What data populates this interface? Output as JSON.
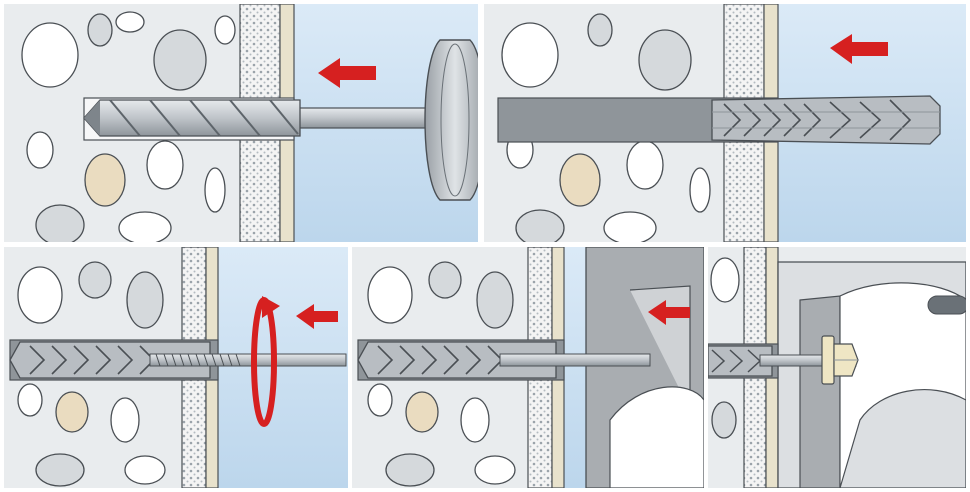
{
  "figure": {
    "panel_count": 5,
    "steps": [
      {
        "step": 1,
        "action": "drill-hole",
        "tool": "drill-bit",
        "direction": "into-wall"
      },
      {
        "step": 2,
        "action": "insert-plug",
        "tool": "wall-plug",
        "direction": "into-wall"
      },
      {
        "step": 3,
        "action": "screw-in-threaded-rod",
        "tool": "threaded-rod",
        "direction": "rotate-and-push"
      },
      {
        "step": 4,
        "action": "place-fixture",
        "tool": "bracket",
        "direction": "into-wall"
      },
      {
        "step": 5,
        "action": "tighten-nut",
        "tool": "nut-and-washer",
        "direction": "none"
      }
    ]
  },
  "colors": {
    "wall_stone_bg": "#e9ecee",
    "stone_fill": "#ffffff",
    "stone_shade": "#d5d9dc",
    "stone_accent": "#eadcc0",
    "plaster": "#e8e2cc",
    "insulation_bg": "#f4f4f4",
    "insulation_dots": "#9aa3aa",
    "sky": "#cfe3f3",
    "metal": "#c8ccd0",
    "metal_dark": "#7e858b",
    "plug": "#b8bdc2",
    "arrow_red": "#d62020",
    "bracket": "#a9adb1",
    "washer": "#efe6c4",
    "outline": "#4a4f54"
  },
  "icons": {
    "direction": "arrow-left-icon",
    "rotation": "rotate-icon"
  }
}
